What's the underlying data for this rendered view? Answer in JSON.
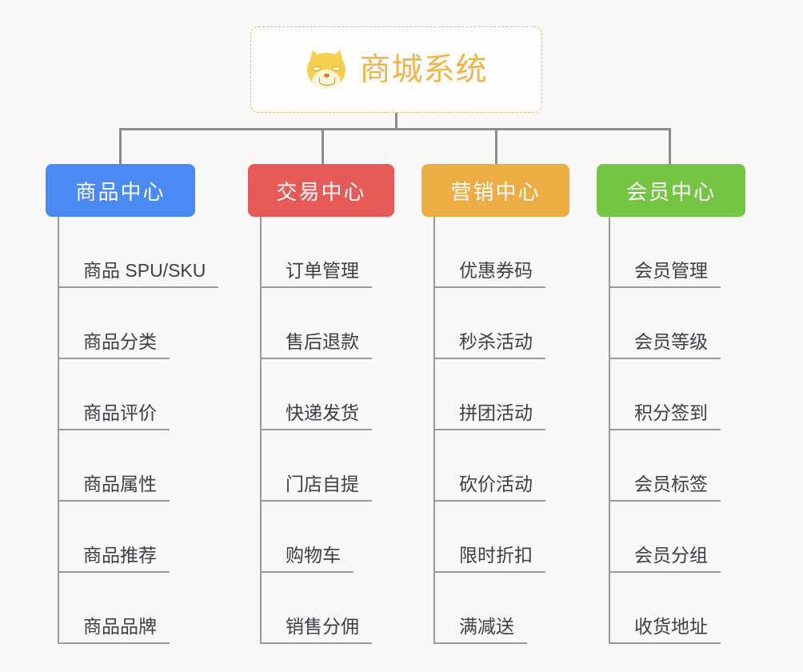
{
  "diagram": {
    "type": "mindmap",
    "background_color": "#f8f8f8",
    "connector_color": "#8c8c8c",
    "root": {
      "title": "商城系统",
      "icon": "shiba-dog-face",
      "text_color": "#f0b44a",
      "border_color": "#e8b96a",
      "border_style": "dashed"
    },
    "branches": [
      {
        "label": "商品中心",
        "color": "#4a8af4",
        "items": [
          "商品 SPU/SKU",
          "商品分类",
          "商品评价",
          "商品属性",
          "商品推荐",
          "商品品牌"
        ]
      },
      {
        "label": "交易中心",
        "color": "#e65a58",
        "items": [
          "订单管理",
          "售后退款",
          "快递发货",
          "门店自提",
          "购物车",
          "销售分佣"
        ]
      },
      {
        "label": "营销中心",
        "color": "#eead44",
        "items": [
          "优惠券码",
          "秒杀活动",
          "拼团活动",
          "砍价活动",
          "限时折扣",
          "满减送"
        ]
      },
      {
        "label": "会员中心",
        "color": "#76c443",
        "items": [
          "会员管理",
          "会员等级",
          "积分签到",
          "会员标签",
          "会员分组",
          "收货地址"
        ]
      }
    ]
  }
}
